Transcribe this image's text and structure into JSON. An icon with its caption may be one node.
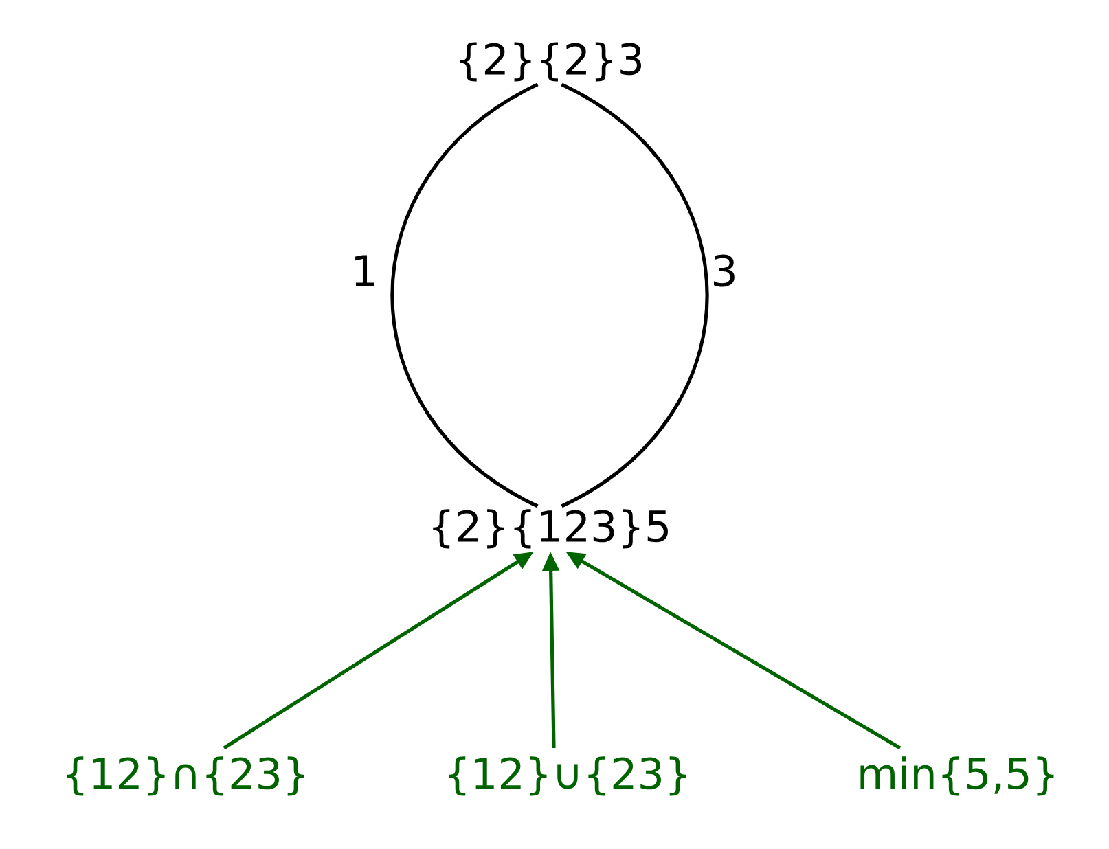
{
  "diagram": {
    "nodes": [
      {
        "text": [
          "{2}{2}3"
        ]
      },
      {
        "text": [
          "{2}{123}5"
        ]
      },
      {
        "text": [
          "{12}∩{23}"
        ]
      },
      {
        "text": [
          "{12}∪{23}"
        ]
      },
      {
        "text": [
          "min{5,5}"
        ]
      }
    ],
    "edges": [
      {
        "from": 0,
        "to": 1,
        "arrow": "none",
        "label": "1",
        "color": "#000000"
      },
      {
        "from": 0,
        "to": 1,
        "arrow": "none",
        "label": "3",
        "color": "#000000"
      },
      {
        "from": 2,
        "to": 1,
        "arrow": "to",
        "color": "#006400"
      },
      {
        "from": 3,
        "to": 1,
        "arrow": "to",
        "color": "#006400"
      },
      {
        "from": 4,
        "to": 1,
        "arrow": "to",
        "color": "#006400"
      }
    ]
  }
}
